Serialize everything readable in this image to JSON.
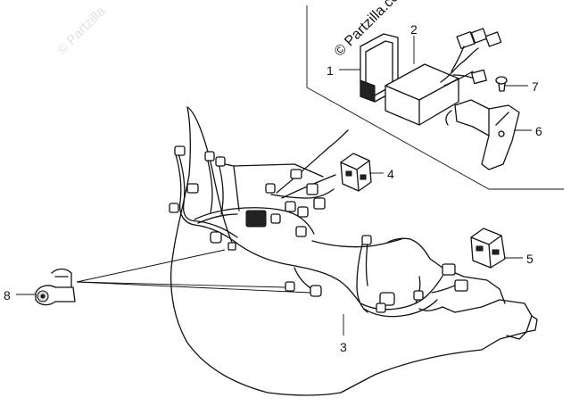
{
  "watermarks": {
    "main": "© Partzilla.com",
    "faint": "© Partzilla"
  },
  "callouts": [
    {
      "number": "1"
    },
    {
      "number": "2"
    },
    {
      "number": "3"
    },
    {
      "number": "4"
    },
    {
      "number": "5"
    },
    {
      "number": "6"
    },
    {
      "number": "7"
    },
    {
      "number": "8"
    }
  ]
}
